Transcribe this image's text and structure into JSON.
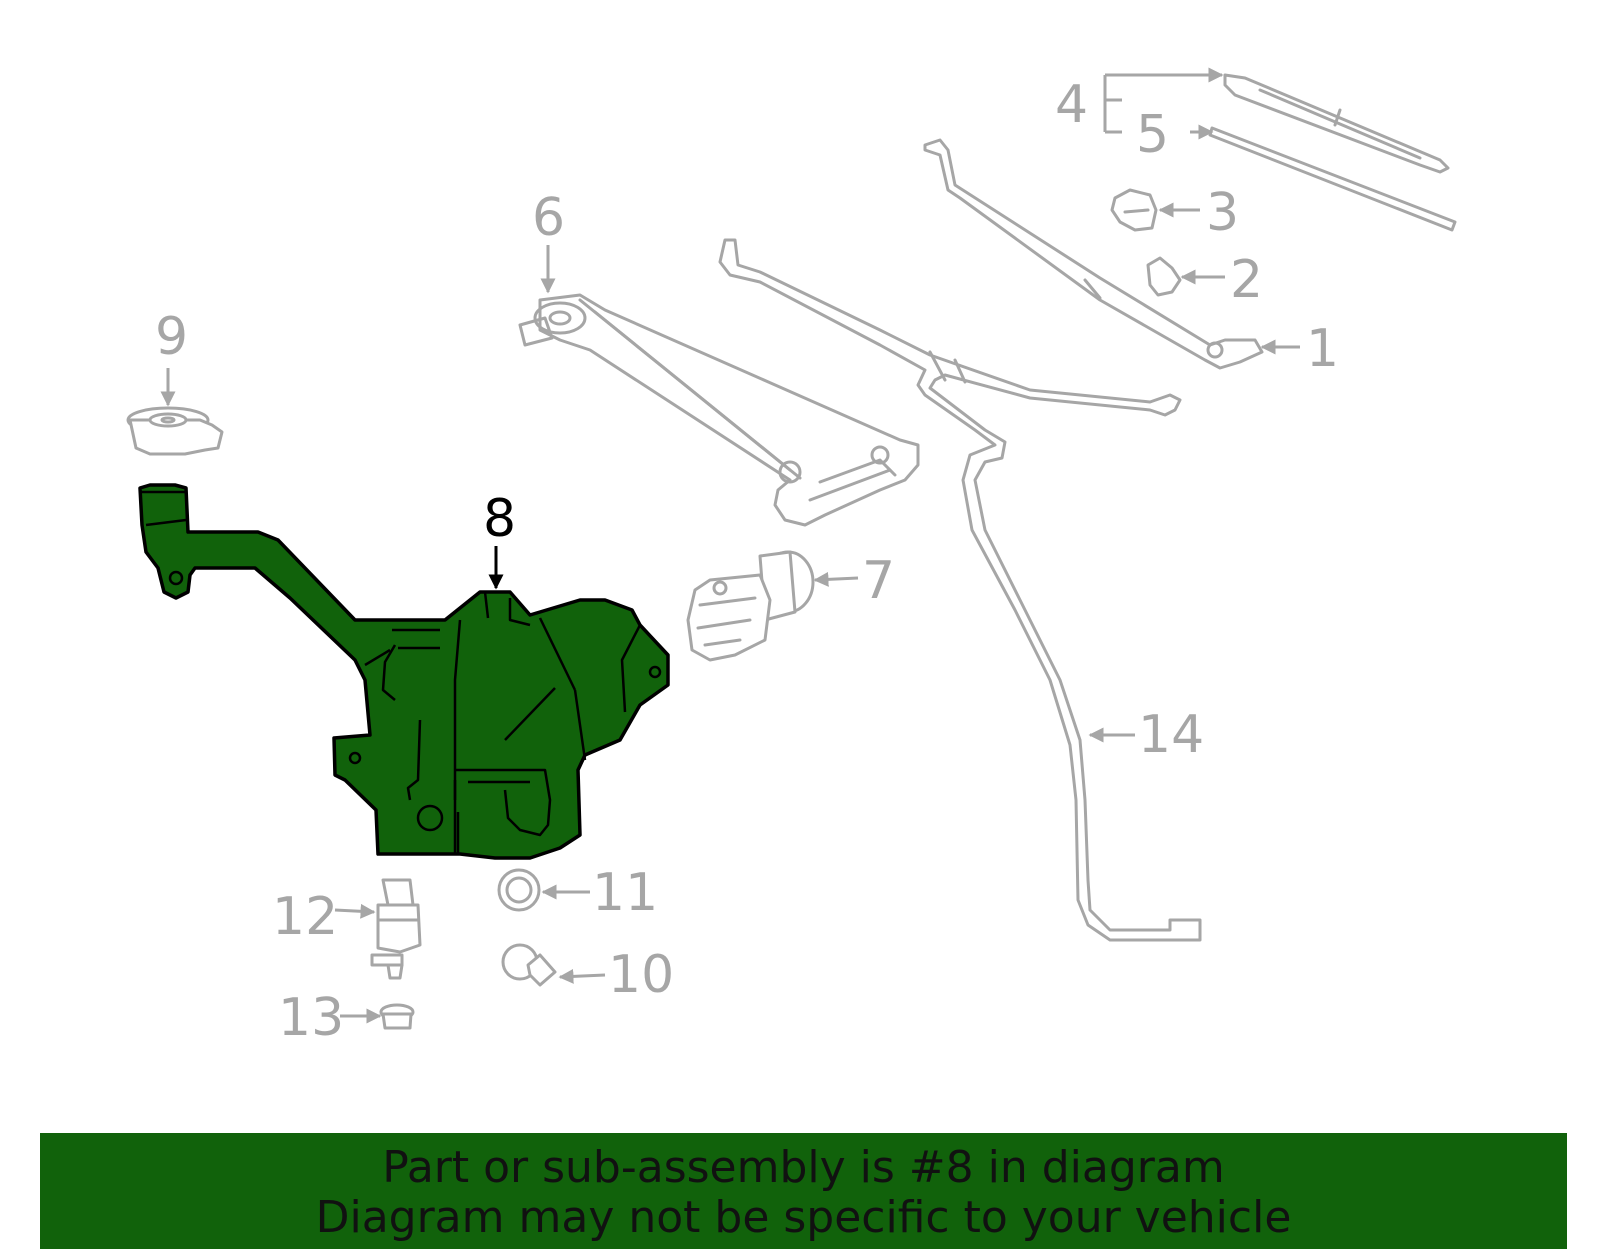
{
  "diagram": {
    "highlighted_part": "8",
    "highlight_color": "#11620b",
    "part_color": "#a6a6a6",
    "callouts": [
      {
        "id": "c1",
        "label": "1"
      },
      {
        "id": "c2",
        "label": "2"
      },
      {
        "id": "c3",
        "label": "3"
      },
      {
        "id": "c4",
        "label": "4"
      },
      {
        "id": "c5",
        "label": "5"
      },
      {
        "id": "c6",
        "label": "6"
      },
      {
        "id": "c7",
        "label": "7"
      },
      {
        "id": "c8",
        "label": "8"
      },
      {
        "id": "c9",
        "label": "9"
      },
      {
        "id": "c10",
        "label": "10"
      },
      {
        "id": "c11",
        "label": "11"
      },
      {
        "id": "c12",
        "label": "12"
      },
      {
        "id": "c13",
        "label": "13"
      },
      {
        "id": "c14",
        "label": "14"
      }
    ]
  },
  "banner": {
    "line1": "Part or sub-assembly is #8 in diagram",
    "line2": "Diagram may not be specific to your vehicle",
    "background": "#11620b"
  }
}
